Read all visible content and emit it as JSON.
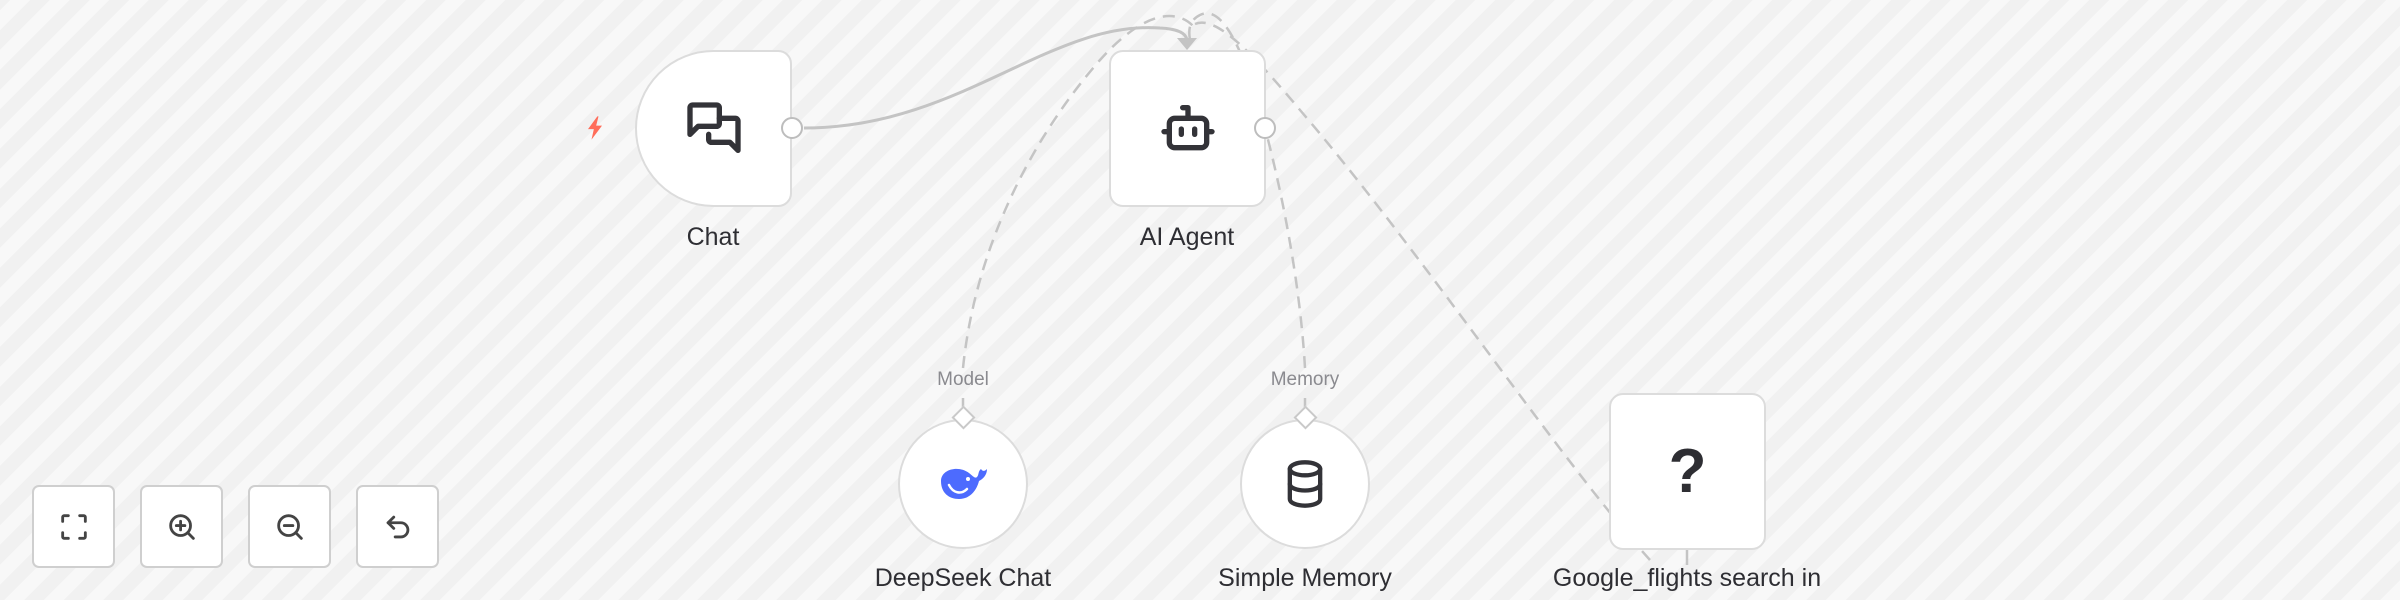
{
  "canvas": {
    "background": "#f5f5f5",
    "edge_color": "#c4c4c4"
  },
  "nodes": {
    "chat": {
      "label": "Chat",
      "icon": "chat-bubbles-icon",
      "trigger_icon": "lightning-bolt-icon",
      "trigger_color": "#ff6d5a"
    },
    "ai_agent": {
      "label": "AI Agent",
      "icon": "robot-icon"
    },
    "deepseek": {
      "label": "DeepSeek Chat",
      "icon": "deepseek-whale-icon",
      "icon_color": "#4d6bfe",
      "port_label": "Model"
    },
    "memory": {
      "label": "Simple Memory",
      "icon": "database-icon",
      "port_label": "Memory"
    },
    "google_flights": {
      "label": "Google_flights search in",
      "icon": "question-mark-icon",
      "icon_text": "?"
    }
  },
  "controls": [
    {
      "name": "fit-view-button",
      "icon": "fit-view-icon"
    },
    {
      "name": "zoom-in-button",
      "icon": "zoom-in-icon"
    },
    {
      "name": "zoom-out-button",
      "icon": "zoom-out-icon"
    },
    {
      "name": "reset-zoom-button",
      "icon": "undo-icon"
    }
  ]
}
